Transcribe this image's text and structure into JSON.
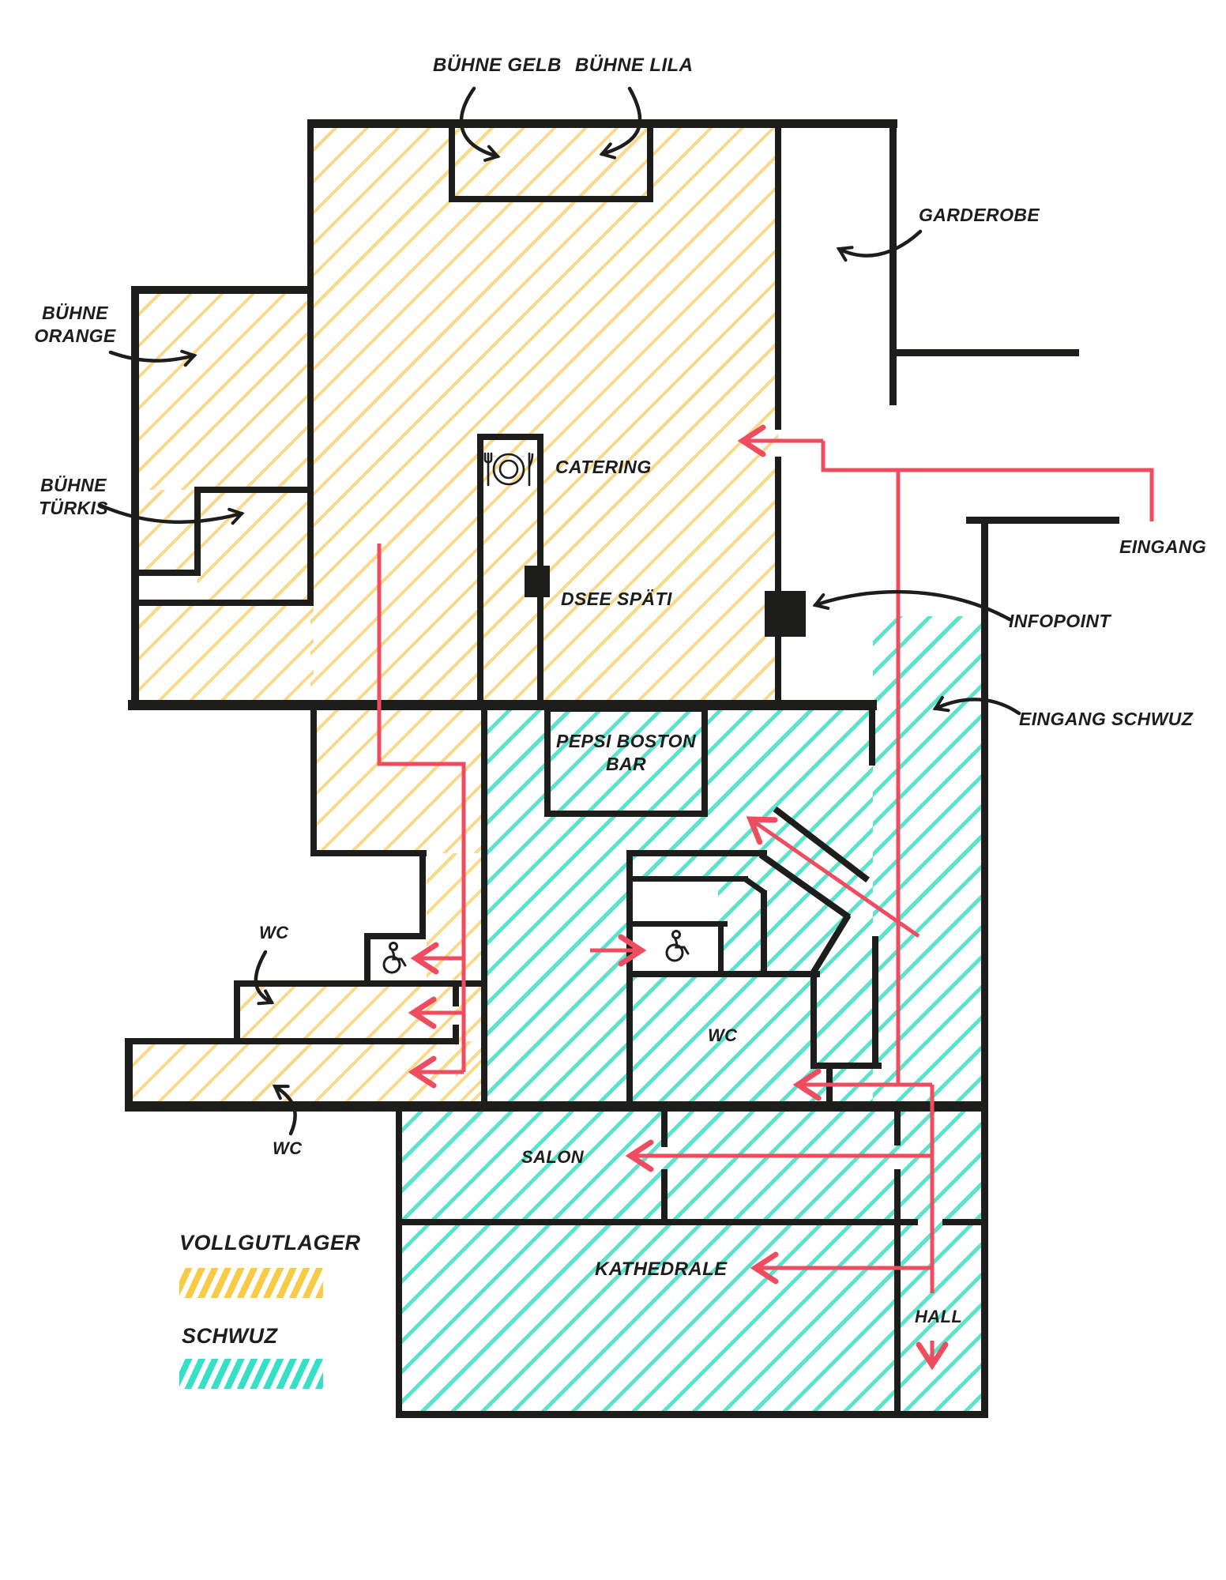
{
  "colors": {
    "yellow_hatch": "#FBD98B",
    "yellow_legend": "#F8CB46",
    "teal_hatch": "#5BE3CC",
    "teal_legend": "#36DFC7",
    "red": "#EF4D5F",
    "wall": "#1D1D1B"
  },
  "labels": {
    "buehne_gelb": "BÜHNE GELB",
    "buehne_lila": "BÜHNE LILA",
    "garderobe": "GARDEROBE",
    "buehne_orange_1": "BÜHNE",
    "buehne_orange_2": "ORANGE",
    "buehne_tuerkis_1": "BÜHNE",
    "buehne_tuerkis_2": "TÜRKIS",
    "catering": "CATERING",
    "dsee_spaeti": "DSEE SPÄTI",
    "eingang": "EINGANG",
    "infopoint": "INFOPOINT",
    "eingang_schwuz": "EINGANG SCHWUZ",
    "pepsi_line1": "PEPSI BOSTON",
    "pepsi_line2": "BAR",
    "wc_left": "WC",
    "wc_bottom": "WC",
    "wc_middle": "WC",
    "salon": "SALON",
    "kathedrale": "KATHEDRALE",
    "hall": "HALL"
  },
  "legend": {
    "vollgutlager_label": "VOLLGUTLAGER",
    "schwuz_label": "SCHWUZ"
  }
}
